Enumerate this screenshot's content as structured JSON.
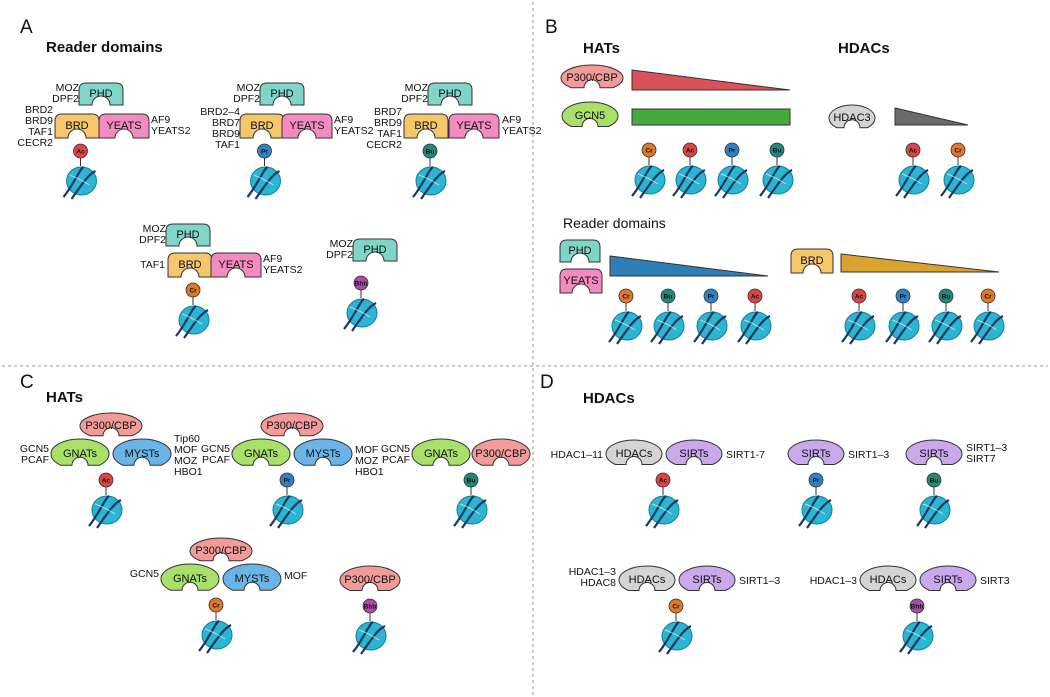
{
  "colors": {
    "nuc": "#2cb5d2",
    "nuc_dark": "#0e7f9a",
    "dna": "#17385e",
    "phd": "#7fd6c8",
    "brd": "#f5c66c",
    "yeats": "#f38ac0",
    "p300": "#f39a9a",
    "gnat": "#a8e06a",
    "myst": "#6ab4e8",
    "hdac": "#d4d4d4",
    "sirt": "#c9a8ec",
    "Ac": "#d94545",
    "Pr": "#2e83c6",
    "Bu": "#1e8a7a",
    "Cr": "#e0772a",
    "Bhb": "#b04aa8",
    "tri_red": "#d9525a",
    "bar_green": "#46a83e",
    "tri_grey": "#6b6b6b",
    "tri_blue": "#2d7fb5",
    "tri_gold": "#d9a32e"
  },
  "panelA": {
    "label": "A",
    "title": "Reader domains",
    "items": [
      {
        "phd": "PHD",
        "brd": "BRD",
        "yeats": "YEATS",
        "phd_partners": [
          "MOZ",
          "DPF2"
        ],
        "brd_partners": [
          "BRD2",
          "BRD9",
          "TAF1",
          "CECR2"
        ],
        "yeats_partners": [
          "AF9",
          "YEATS2"
        ],
        "mark": "Ac"
      },
      {
        "phd": "PHD",
        "brd": "BRD",
        "yeats": "YEATS",
        "phd_partners": [
          "MOZ",
          "DPF2"
        ],
        "brd_partners": [
          "BRD2–4",
          "BRD7",
          "BRD9",
          "TAF1"
        ],
        "yeats_partners": [
          "AF9",
          "YEATS2"
        ],
        "mark": "Pr"
      },
      {
        "phd": "PHD",
        "brd": "BRD",
        "yeats": "YEATS",
        "phd_partners": [
          "MOZ",
          "DPF2"
        ],
        "brd_partners": [
          "BRD7",
          "BRD9",
          "TAF1",
          "CECR2"
        ],
        "yeats_partners": [
          "AF9",
          "YEATS2"
        ],
        "mark": "Bu"
      },
      {
        "phd": "PHD",
        "brd": "BRD",
        "yeats": "YEATS",
        "phd_partners": [
          "MOZ",
          "DPF2"
        ],
        "brd_partners": [
          "TAF1"
        ],
        "yeats_partners": [
          "AF9",
          "YEATS2"
        ],
        "mark": "Cr"
      },
      {
        "phd": "PHD",
        "phd_partners": [
          "MOZ",
          "DPF2"
        ],
        "mark": "Bhb"
      }
    ]
  },
  "panelB": {
    "label": "B",
    "hats_title": "HATs",
    "hdacs_title": "HDACs",
    "readers_title": "Reader domains",
    "p300": "P300/CBP",
    "gcn5": "GCN5",
    "hdac3": "HDAC3",
    "phd": "PHD",
    "yeats": "YEATS",
    "brd": "BRD",
    "hat_marks": [
      "Cr",
      "Ac",
      "Pr",
      "Bu"
    ],
    "hdac_marks": [
      "Ac",
      "Cr"
    ],
    "phd_yeats_marks": [
      "Cr",
      "Bu",
      "Pr",
      "Ac"
    ],
    "brd_marks": [
      "Ac",
      "Pr",
      "Bu",
      "Cr"
    ]
  },
  "panelC": {
    "label": "C",
    "title": "HATs",
    "items": [
      {
        "p300": "P300/CBP",
        "gnat": "GNATs",
        "myst": "MYSTs",
        "gnat_partners": [
          "GCN5",
          "PCAF"
        ],
        "myst_partners": [
          "Tip60",
          "MOF",
          "MOZ",
          "HBO1"
        ],
        "mark": "Ac"
      },
      {
        "p300": "P300/CBP",
        "gnat": "GNATs",
        "myst": "MYSTs",
        "gnat_partners": [
          "GCN5",
          "PCAF"
        ],
        "myst_partners": [
          "MOF",
          "MOZ",
          "HBO1"
        ],
        "mark": "Pr"
      },
      {
        "gnat": "GNATs",
        "p300": "P300/CBP",
        "gnat_partners": [
          "GCN5",
          "PCAF"
        ],
        "mark": "Bu"
      },
      {
        "p300": "P300/CBP",
        "gnat": "GNATs",
        "myst": "MYSTs",
        "gnat_partners": [
          "GCN5"
        ],
        "myst_partners": [
          "MOF"
        ],
        "mark": "Cr"
      },
      {
        "p300": "P300/CBP",
        "mark": "Bhb"
      }
    ]
  },
  "panelD": {
    "label": "D",
    "title": "HDACs",
    "items": [
      {
        "hdac": "HDACs",
        "sirt": "SIRTs",
        "hdac_partners": [
          "HDAC1–11"
        ],
        "sirt_partners": [
          "SIRT1-7"
        ],
        "mark": "Ac"
      },
      {
        "sirt": "SIRTs",
        "sirt_partners": [
          "SIRT1–3"
        ],
        "mark": "Pr"
      },
      {
        "sirt": "SIRTs",
        "sirt_partners": [
          "SIRT1–3",
          "SIRT7"
        ],
        "mark": "Bu"
      },
      {
        "hdac": "HDACs",
        "sirt": "SIRTs",
        "hdac_partners": [
          "HDAC1–3",
          "HDAC8"
        ],
        "sirt_partners": [
          "SIRT1–3"
        ],
        "mark": "Cr"
      },
      {
        "hdac": "HDACs",
        "sirt": "SIRTs",
        "hdac_partners": [
          "HDAC1–3"
        ],
        "sirt_partners": [
          "SIRT3"
        ],
        "mark": "Bhb"
      }
    ]
  }
}
